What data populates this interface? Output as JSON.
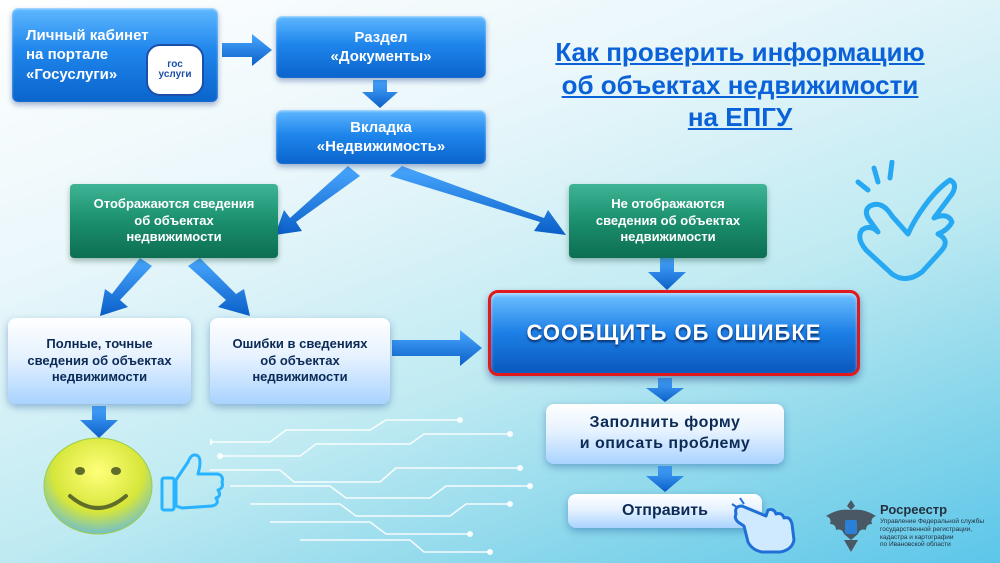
{
  "title": "Как проверить информацию\nоб объектах недвижимости\nна ЕПГУ",
  "nodes": {
    "cabinet": "Личный кабинет\nна портале\n«Госуслуги»",
    "gosuslugi_logo": "гос услуги",
    "documents": "Раздел\n«Документы»",
    "realty_tab": "Вкладка\n«Недвижимость»",
    "shown": "Отображаются сведения\nоб объектах\nнедвижимости",
    "not_shown": "Не отображаются\nсведения об объектах\nнедвижимости",
    "complete": "Полные, точные\nсведения об объектах\nнедвижимости",
    "errors": "Ошибки в  сведениях\nоб объектах\nнедвижимости",
    "report": "СООБЩИТЬ ОБ ОШИБКЕ",
    "fill_form": "Заполнить форму\nи описать проблему",
    "send": "Отправить"
  },
  "org": {
    "name": "Росреестр",
    "subtitle": "Управление Федеральной службы\nгосударственной регистрации,\nкадастра и картографии\nпо Ивановской области"
  },
  "icons": [
    "smiley-icon",
    "thumbs-up-icon",
    "snap-hand-icon",
    "pointer-hand-icon",
    "eagle-emblem-icon",
    "circuit-decoration"
  ],
  "colors": {
    "accent_blue": "#1f86ec",
    "green": "#1b8f6e",
    "title": "#0b62d8",
    "alert_border": "#e0191c"
  }
}
